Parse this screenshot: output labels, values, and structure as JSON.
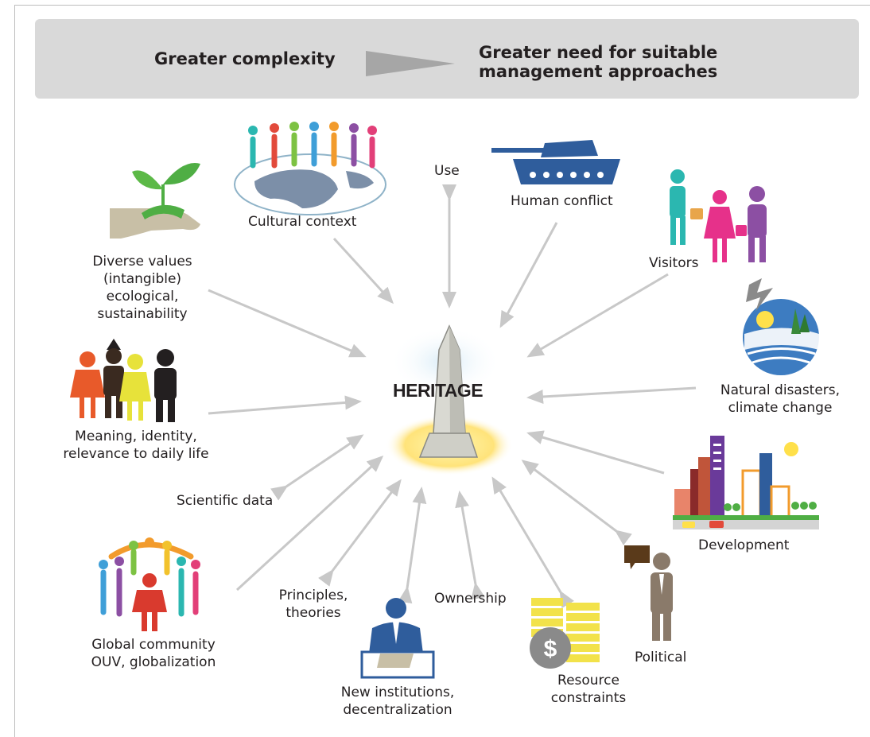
{
  "banner": {
    "left_text": "Greater complexity",
    "right_text": "Greater need for suitable management approaches"
  },
  "center": {
    "label": "HERITAGE"
  },
  "factors": {
    "cultural_context": "Cultural context",
    "use": "Use",
    "human_conflict": "Human conflict",
    "visitors": "Visitors",
    "diverse_values": "Diverse values (intangible) ecological, sustainability",
    "natural_disasters": "Natural disasters, climate change",
    "meaning_identity": "Meaning, identity, relevance to daily life",
    "development": "Development",
    "scientific_data": "Scientific data",
    "political": "Political",
    "global_community": "Global community OUV, globalization",
    "principles": "Principles, theories",
    "ownership": "Ownership",
    "new_institutions": "New institutions, decentralization",
    "resource_constraints": "Resource constraints"
  },
  "icons": [
    "plant-in-hand-icon",
    "globe-with-people-icon",
    "tank-icon",
    "tourists-icon",
    "storm-landscape-icon",
    "family-icon",
    "city-skyline-icon",
    "people-circle-icon",
    "person-at-desk-icon",
    "coins-dollar-icon",
    "politician-speech-icon",
    "monument-icon"
  ],
  "colors": {
    "banner_bg": "#d9d9d9",
    "arrow_gray": "#c8c8c8",
    "text": "#231f20"
  }
}
